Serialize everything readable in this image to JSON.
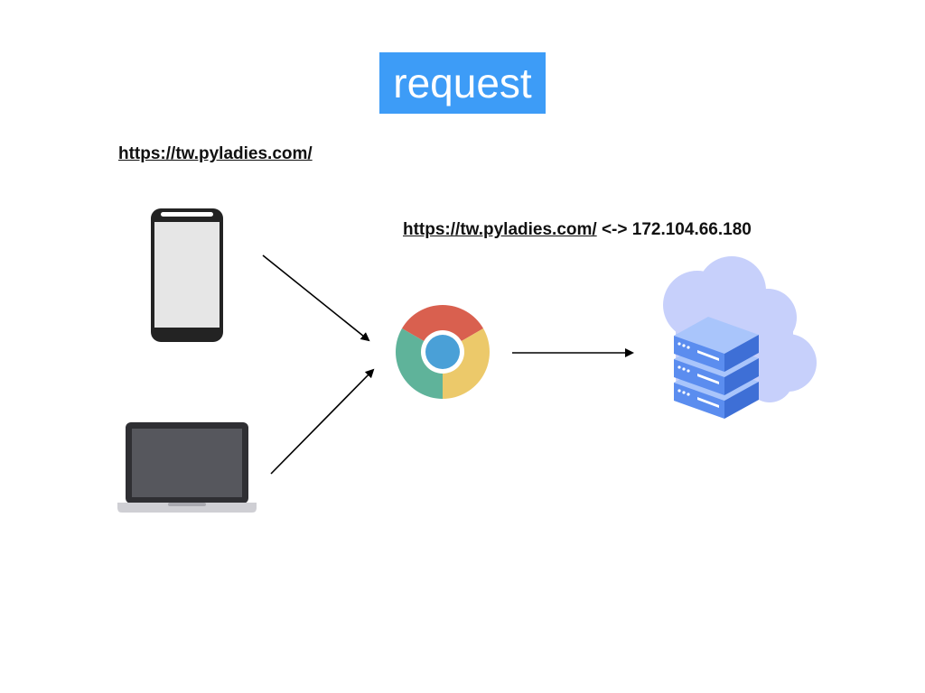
{
  "title": "request",
  "client_url": "https://tw.pyladies.com/",
  "dns": {
    "url": "https://tw.pyladies.com/",
    "separator": "<->",
    "ip": "172.104.66.180"
  },
  "icons": {
    "phone": "smartphone-icon",
    "laptop": "laptop-icon",
    "browser": "chrome-browser-icon",
    "server": "cloud-server-icon"
  },
  "colors": {
    "title_background": "#3d9cf7",
    "chrome_red": "#d9604f",
    "chrome_green": "#5fb39a",
    "chrome_yellow": "#ecc96a",
    "chrome_center": "#4aa0d7",
    "server_blue": "#5b8def",
    "cloud": "#c7d0fb"
  }
}
